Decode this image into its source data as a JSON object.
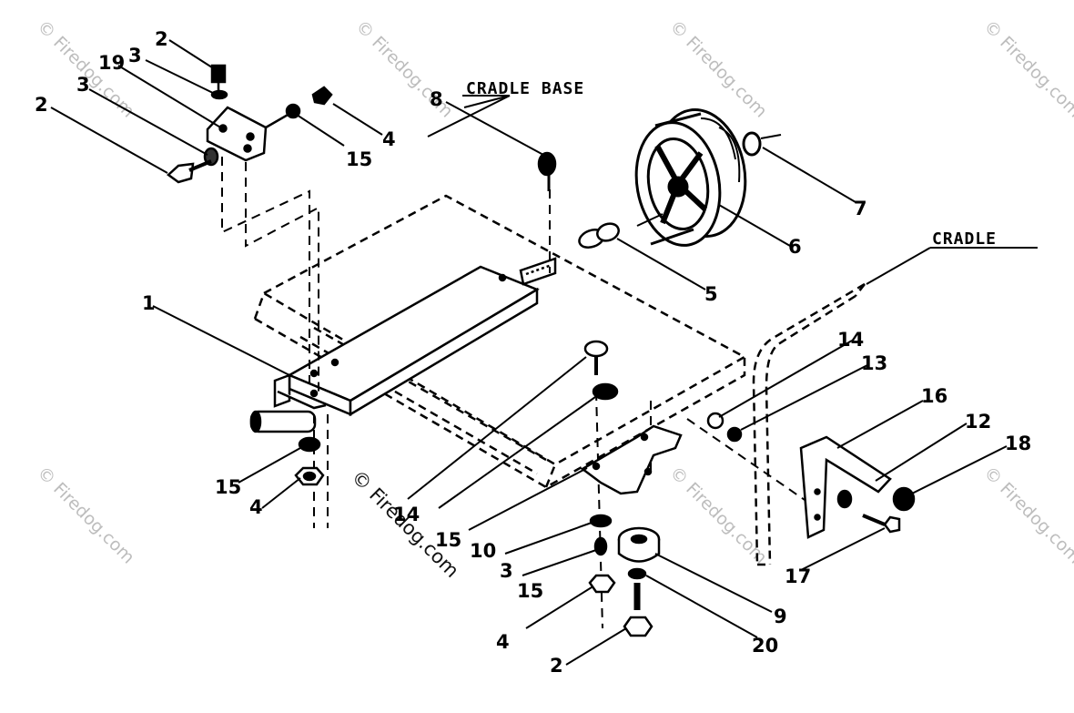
{
  "diagram": {
    "titles": {
      "cradle_base": "CRADLE BASE",
      "cradle": "CRADLE"
    },
    "part_labels": [
      {
        "id": "p2a",
        "text": "2"
      },
      {
        "id": "p3a",
        "text": "3"
      },
      {
        "id": "p19",
        "text": "19"
      },
      {
        "id": "p3b",
        "text": "3"
      },
      {
        "id": "p2b",
        "text": "2"
      },
      {
        "id": "p15a",
        "text": "15"
      },
      {
        "id": "p4a",
        "text": "4"
      },
      {
        "id": "p8",
        "text": "8"
      },
      {
        "id": "p7",
        "text": "7"
      },
      {
        "id": "p6",
        "text": "6"
      },
      {
        "id": "p5",
        "text": "5"
      },
      {
        "id": "p1",
        "text": "1"
      },
      {
        "id": "p14a",
        "text": "14"
      },
      {
        "id": "p13",
        "text": "13"
      },
      {
        "id": "p16",
        "text": "16"
      },
      {
        "id": "p12",
        "text": "12"
      },
      {
        "id": "p18",
        "text": "18"
      },
      {
        "id": "p15b",
        "text": "15"
      },
      {
        "id": "p4b",
        "text": "4"
      },
      {
        "id": "p14b",
        "text": "14"
      },
      {
        "id": "p15c",
        "text": "15"
      },
      {
        "id": "p10",
        "text": "10"
      },
      {
        "id": "p3c",
        "text": "3"
      },
      {
        "id": "p15d",
        "text": "15"
      },
      {
        "id": "p4c",
        "text": "4"
      },
      {
        "id": "p2c",
        "text": "2"
      },
      {
        "id": "p9",
        "text": "9"
      },
      {
        "id": "p20",
        "text": "20"
      },
      {
        "id": "p17",
        "text": "17"
      }
    ],
    "watermark": "© Firedog.com"
  }
}
